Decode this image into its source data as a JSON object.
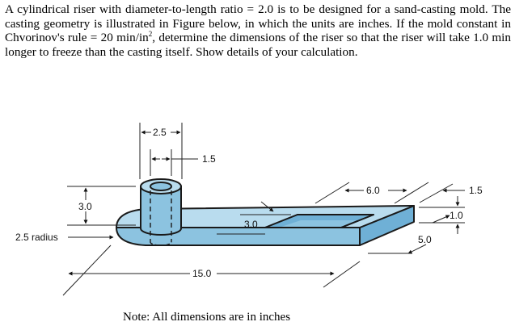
{
  "problem": {
    "text_before_sup": "A cylindrical riser with diameter-to-length ratio = 2.0 is to be designed for a sand-casting mold. The casting geometry is illustrated in Figure below, in which the units are inches. If the mold constant in Chvorinov's rule = 20 min/in",
    "sup": "2",
    "text_after_sup": ", determine the dimensions of the riser so that the riser will take 1.0 min longer to freeze than the casting itself. Show details of your calculation."
  },
  "figure": {
    "dimensions": {
      "riser_outer_diameter": "2.5",
      "riser_inner_diameter": "1.5",
      "riser_height": "3.0",
      "end_radius": "2.5 radius",
      "slot_width": "3.0",
      "slot_length": "6.0",
      "total_length": "15.0",
      "edge_offset": "1.5",
      "thickness": "1.0",
      "plate_width": "5.0"
    },
    "colors": {
      "top_face": "#b9dcee",
      "side_face": "#8cc3e0",
      "dark_face": "#6fb0d6",
      "outline": "#1a1a1a"
    }
  },
  "note": "Note: All dimensions are in inches"
}
